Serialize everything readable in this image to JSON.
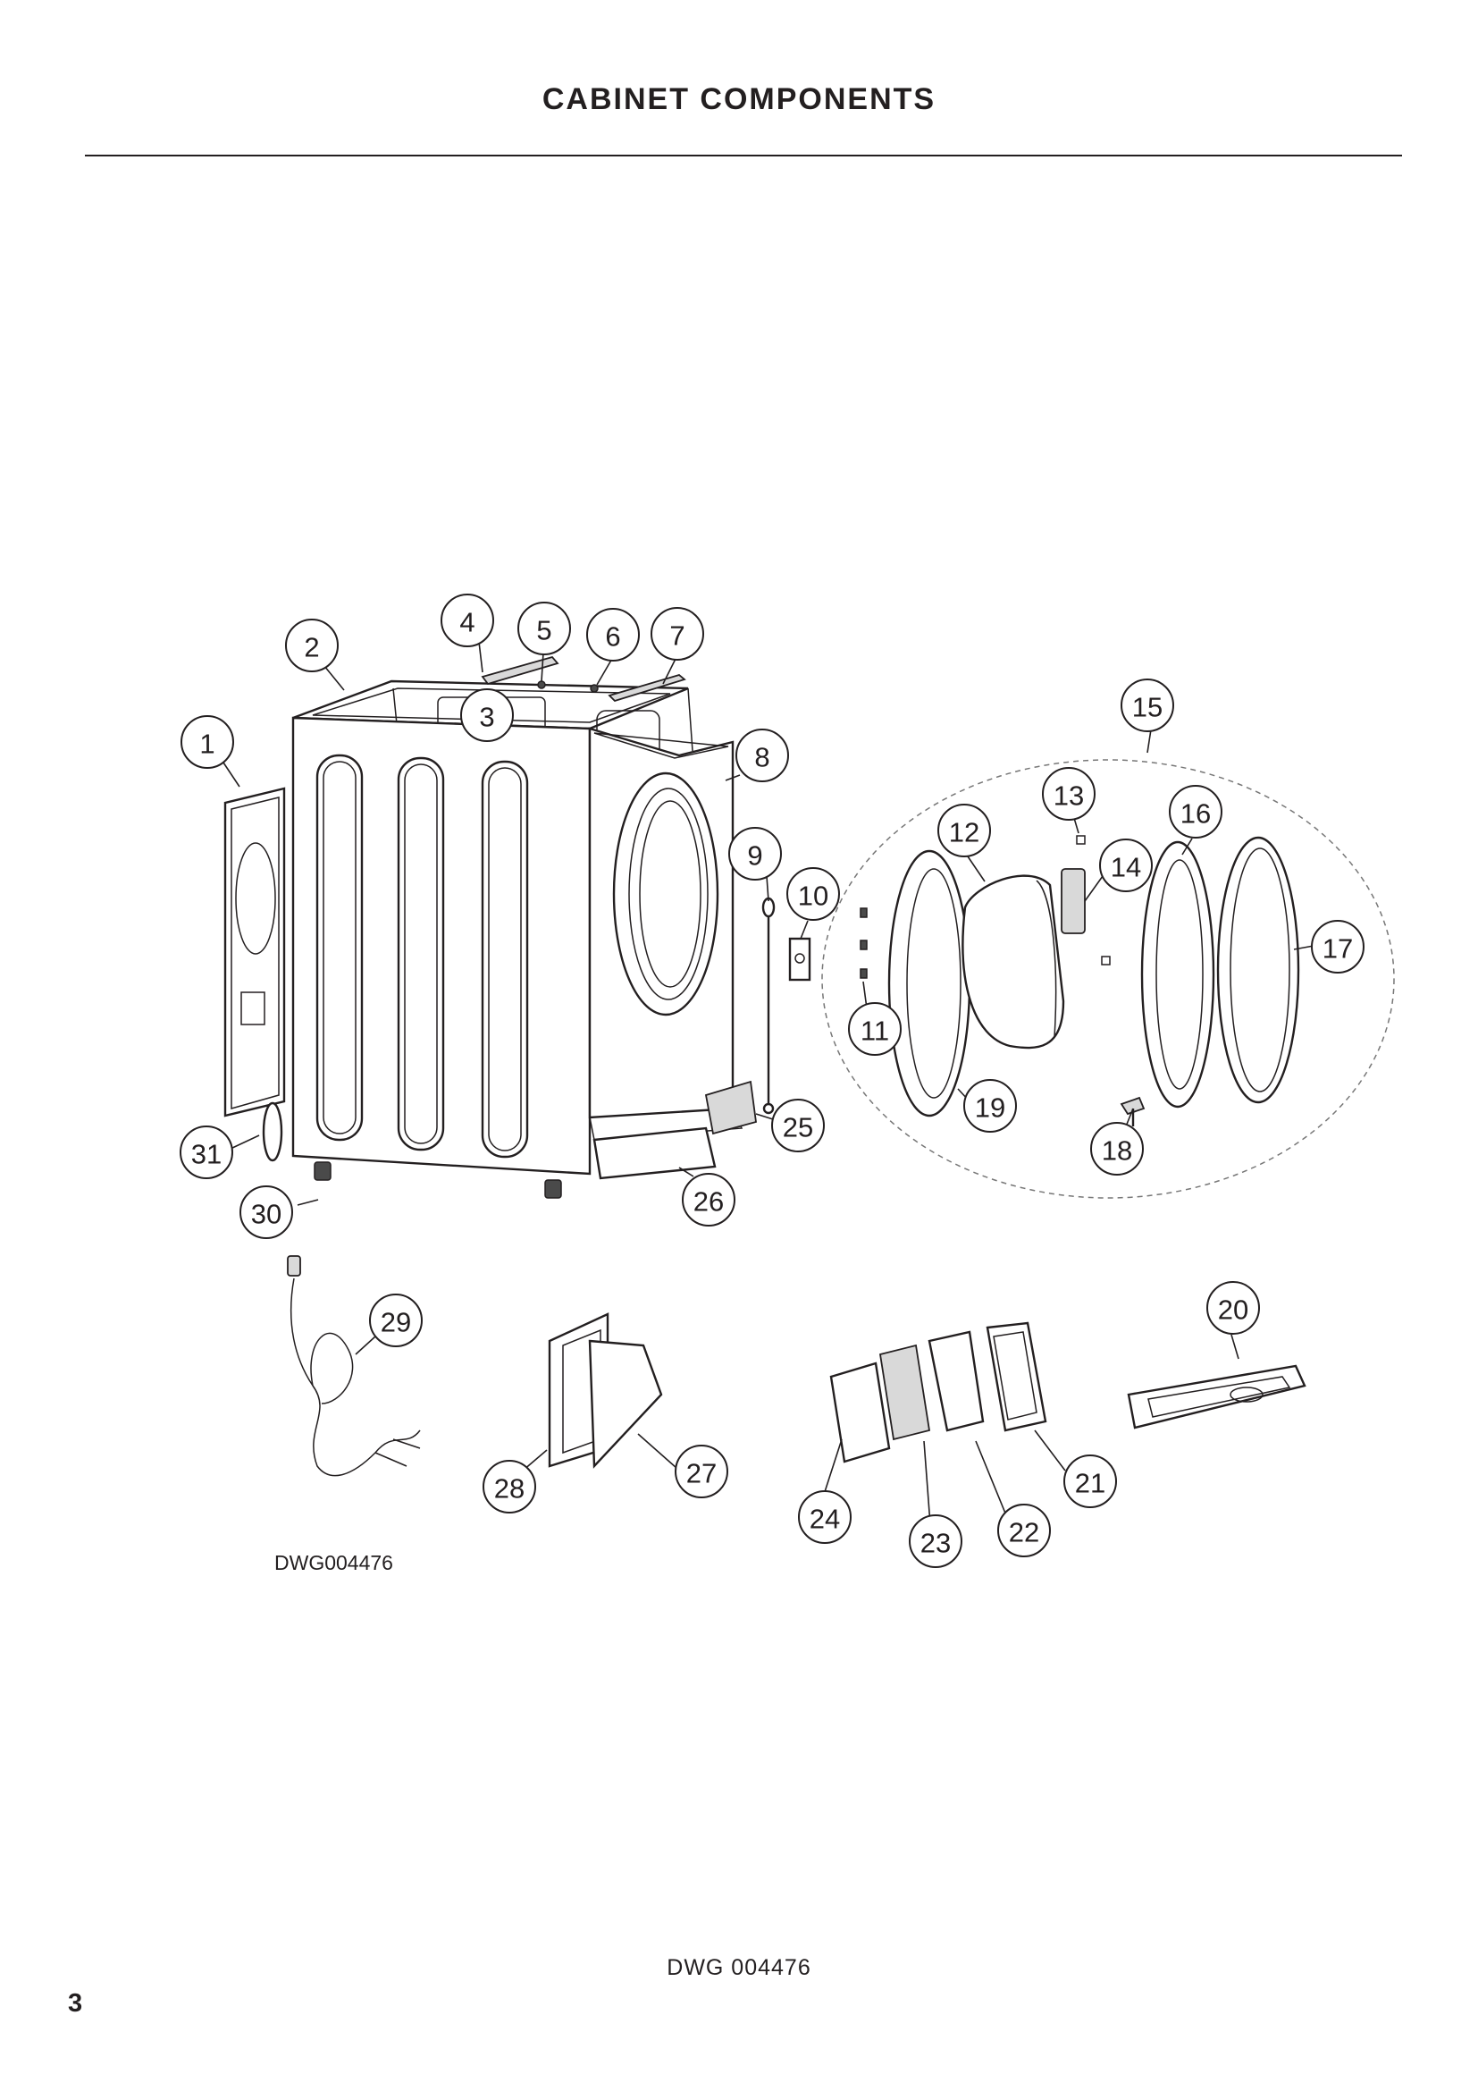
{
  "header": {
    "title": "CABINET COMPONENTS"
  },
  "diagram": {
    "drawing_ref": "DWG004476",
    "callouts": [
      {
        "label": "1"
      },
      {
        "label": "2"
      },
      {
        "label": "3"
      },
      {
        "label": "4"
      },
      {
        "label": "5"
      },
      {
        "label": "6"
      },
      {
        "label": "7"
      },
      {
        "label": "8"
      },
      {
        "label": "9"
      },
      {
        "label": "10"
      },
      {
        "label": "11"
      },
      {
        "label": "12"
      },
      {
        "label": "13"
      },
      {
        "label": "14"
      },
      {
        "label": "15"
      },
      {
        "label": "16"
      },
      {
        "label": "17"
      },
      {
        "label": "18"
      },
      {
        "label": "19"
      },
      {
        "label": "20"
      },
      {
        "label": "21"
      },
      {
        "label": "22"
      },
      {
        "label": "23"
      },
      {
        "label": "24"
      },
      {
        "label": "25"
      },
      {
        "label": "26"
      },
      {
        "label": "27"
      },
      {
        "label": "28"
      },
      {
        "label": "29"
      },
      {
        "label": "30"
      },
      {
        "label": "31"
      }
    ]
  },
  "footer": {
    "drawing_ref": "DWG 004476",
    "page_number": "3"
  }
}
